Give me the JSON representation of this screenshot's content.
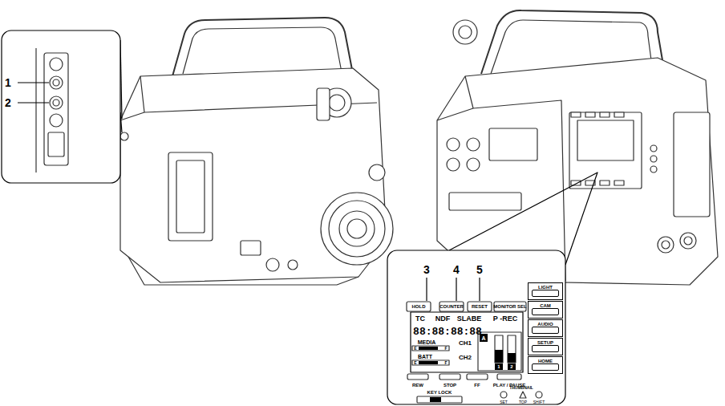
{
  "diagram": {
    "nodes": [
      {
        "text": [
          "LIGHT"
        ]
      },
      {
        "text": [
          "CAM"
        ]
      },
      {
        "text": [
          "AUDIO"
        ]
      },
      {
        "text": [
          "SETUP"
        ]
      },
      {
        "text": [
          "HOME"
        ]
      }
    ],
    "labels": [
      "1",
      "2",
      "3",
      "4",
      "5",
      "HOLD",
      "COUNTER",
      "RESET",
      "MONITOR SEL",
      "TC",
      "NDF",
      "SLABE",
      "P -REC",
      "88:88:88:88",
      "MEDIA",
      "E",
      "F",
      "BATT",
      "E",
      "F",
      "CH1",
      "CH2",
      "A",
      "1",
      "2",
      "REW",
      "STOP",
      "FF",
      "PLAY / PAUSE",
      "KEY LOCK",
      "THUMBNAIL",
      "SET",
      "TOP",
      "SHIFT"
    ]
  }
}
